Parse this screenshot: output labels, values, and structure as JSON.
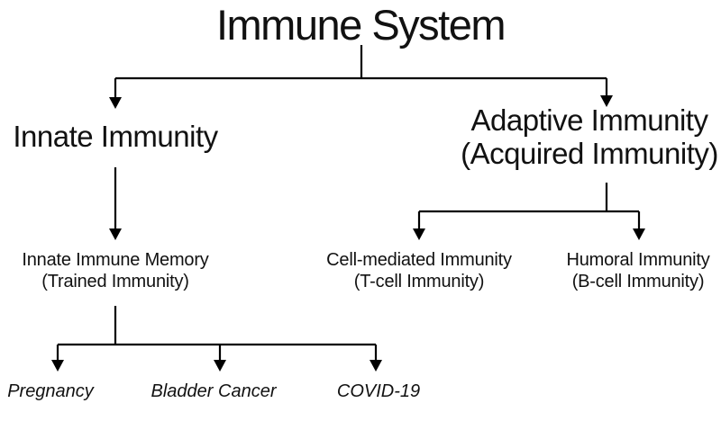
{
  "diagram": {
    "title": "Immune System",
    "branches": {
      "innate": {
        "label": "Innate Immunity",
        "child": {
          "line1": "Innate Immune Memory",
          "line2": "(Trained Immunity)",
          "examples": [
            "Pregnancy",
            "Bladder Cancer",
            "COVID-19"
          ]
        }
      },
      "adaptive": {
        "line1": "Adaptive Immunity",
        "line2": "(Acquired Immunity)",
        "children": [
          {
            "line1": "Cell-mediated Immunity",
            "line2": "(T-cell Immunity)"
          },
          {
            "line1": "Humoral Immunity",
            "line2": "(B-cell Immunity)"
          }
        ]
      }
    },
    "colors": {
      "text": "#111111",
      "lines": "#000000",
      "background": "#ffffff"
    }
  }
}
